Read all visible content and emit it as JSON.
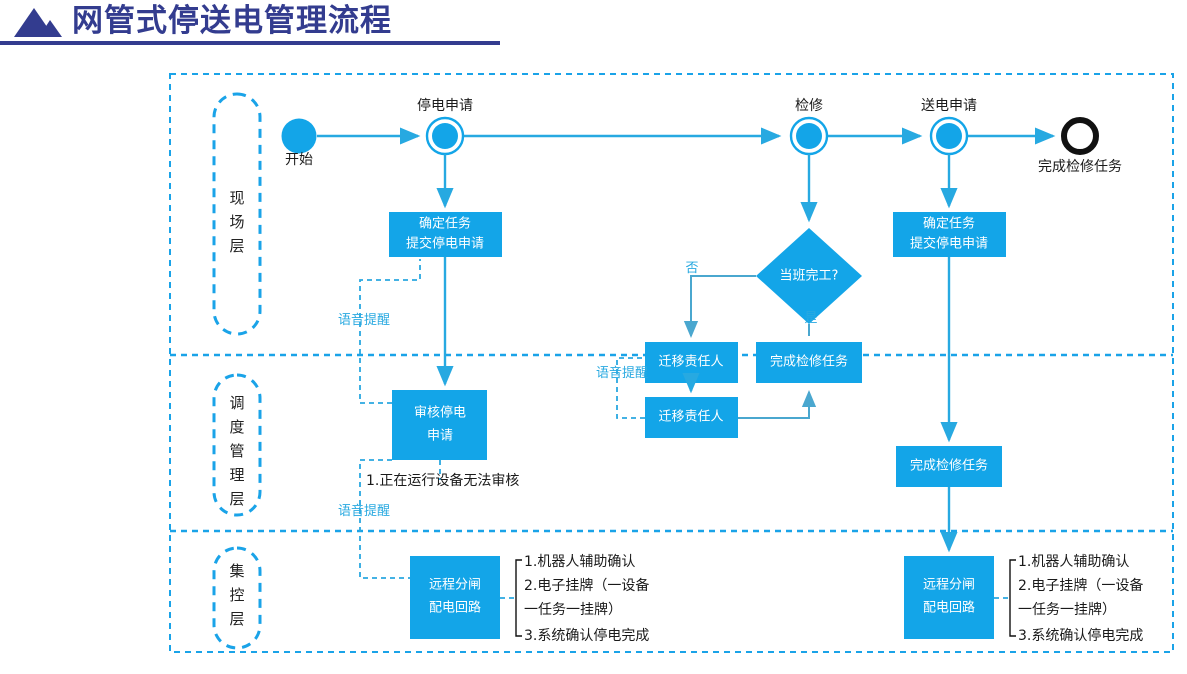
{
  "header": {
    "title": "网管式停送电管理流程",
    "logo_icon": "mountain-triangle-icon",
    "title_color": "#333c8f"
  },
  "palette": {
    "accent": "#13a5e8",
    "edge": "#27a9e1",
    "lane": "#1aa3e8",
    "end_node": "#111111",
    "text_dark": "#1a1a1a"
  },
  "lanes": [
    {
      "id": "site",
      "label": "现场层"
    },
    {
      "id": "dispatch",
      "label": "调度管理层"
    },
    {
      "id": "control",
      "label": "集控层"
    }
  ],
  "nodes": {
    "start": {
      "caption": "开始",
      "type": "start-circle"
    },
    "outage_request": {
      "caption": "停电申请",
      "type": "event-ring"
    },
    "maintenance": {
      "caption": "检修",
      "type": "event-ring"
    },
    "power_request": {
      "caption": "送电申请",
      "type": "event-ring"
    },
    "end": {
      "caption": "完成检修任务",
      "type": "end-ring"
    }
  },
  "boxes": {
    "confirm_task_left": {
      "line1": "确定任务",
      "line2": "提交停电申请"
    },
    "confirm_task_right": {
      "line1": "确定任务",
      "line2": "提交停电申请"
    },
    "transfer_owner_site": {
      "line1": "迁移责任人"
    },
    "finish_task_site": {
      "line1": "完成检修任务"
    },
    "review_outage": {
      "line1": "审核停电",
      "line2": "申请"
    },
    "transfer_owner_dispatch": {
      "line1": "迁移责任人"
    },
    "finish_task_dispatch": {
      "line1": "完成检修任务"
    },
    "remote_breaker_left": {
      "line1": "远程分闸",
      "line2": "配电回路"
    },
    "remote_breaker_right": {
      "line1": "远程分闸",
      "line2": "配电回路"
    }
  },
  "decision": {
    "label": "当班完工?",
    "yes_label": "是",
    "no_label": "否"
  },
  "edge_labels": {
    "voice_reminder_1": "语音提醒",
    "voice_reminder_2": "语音提醒",
    "voice_reminder_3": "语音提醒"
  },
  "notes": {
    "review_note": "1.正在运行设备无法审核",
    "breaker_note_left": [
      "1.机器人辅助确认",
      "2.电子挂牌（一设备",
      "  一任务一挂牌）",
      "3.系统确认停电完成"
    ],
    "breaker_note_right": [
      "1.机器人辅助确认",
      "2.电子挂牌（一设备",
      "  一任务一挂牌）",
      "3.系统确认停电完成"
    ]
  }
}
